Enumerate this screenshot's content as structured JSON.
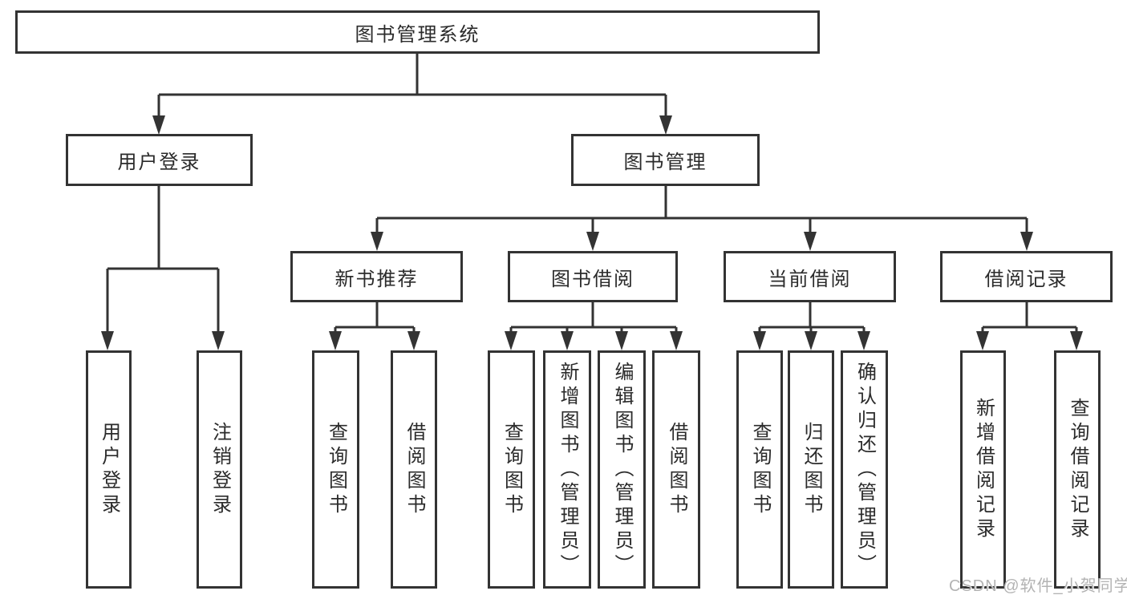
{
  "nodes": {
    "root": {
      "label": "图书管理系统"
    },
    "user_login": {
      "label": "用户登录"
    },
    "book_mgmt": {
      "label": "图书管理"
    },
    "new_book": {
      "label": "新书推荐"
    },
    "book_borrow": {
      "label": "图书借阅"
    },
    "current_borrow": {
      "label": "当前借阅"
    },
    "borrow_records": {
      "label": "借阅记录"
    }
  },
  "leaves": {
    "user_login": [
      "用户登录",
      "注销登录"
    ],
    "new_book": [
      "查询图书",
      "借阅图书"
    ],
    "book_borrow": [
      "查询图书",
      "新增图书（管理员）",
      "编辑图书（管理员）",
      "借阅图书"
    ],
    "current_borrow": [
      "查询图书",
      "归还图书",
      "确认归还（管理员）"
    ],
    "borrow_records": [
      "新增借阅记录",
      "查询借阅记录"
    ]
  },
  "watermark": {
    "text": "CSDN @软件_小贺同学"
  },
  "colors": {
    "line": "#333333",
    "text": "#2b2b2b",
    "box_background": "#ffffff",
    "page_background": "#ffffff",
    "watermark": "#b3b3b3"
  }
}
